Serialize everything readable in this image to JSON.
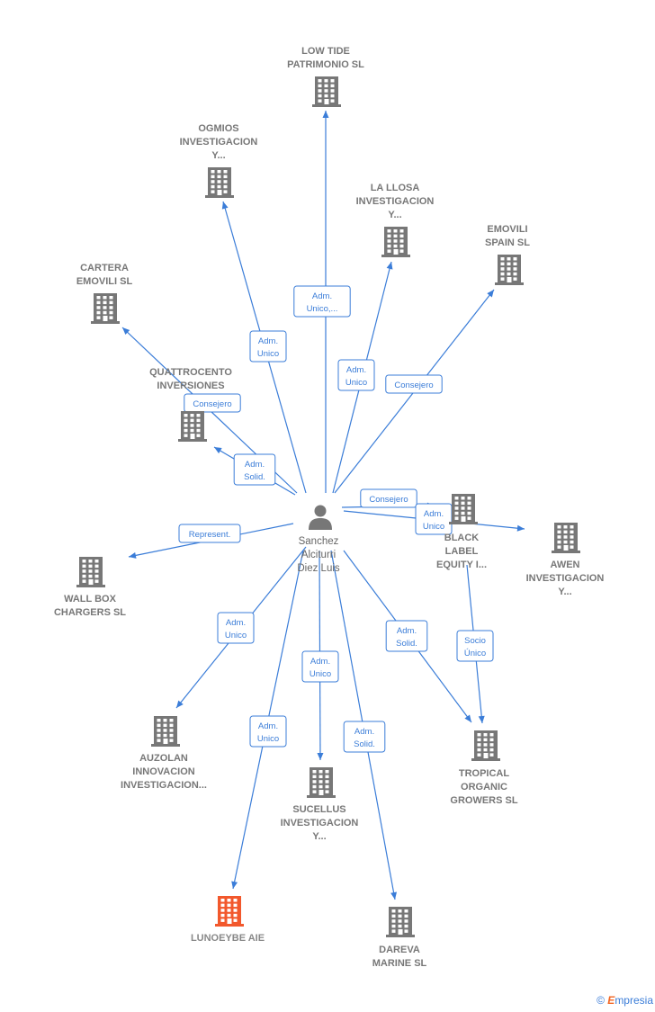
{
  "colors": {
    "edge": "#3b7dd8",
    "company": "#777777",
    "highlight": "#f2582c",
    "person": "#777777"
  },
  "center": {
    "name": [
      "Sanchez",
      "Alciturri",
      "Diez Luis"
    ],
    "icon": "person-icon"
  },
  "nodes": [
    {
      "id": "low_tide",
      "label": [
        "LOW TIDE",
        "PATRIMONIO SL"
      ],
      "icon": "building-icon"
    },
    {
      "id": "ogmios",
      "label": [
        "OGMIOS",
        "INVESTIGACION",
        "Y..."
      ],
      "icon": "building-icon"
    },
    {
      "id": "la_llosa",
      "label": [
        "LA LLOSA",
        "INVESTIGACION",
        "Y..."
      ],
      "icon": "building-icon"
    },
    {
      "id": "emovili_spain",
      "label": [
        "EMOVILI",
        "SPAIN  SL"
      ],
      "icon": "building-icon"
    },
    {
      "id": "cartera_emovili",
      "label": [
        "CARTERA",
        "EMOVILI  SL"
      ],
      "icon": "building-icon"
    },
    {
      "id": "quattrocento",
      "label": [
        "QUATTROCENTO",
        "INVERSIONES"
      ],
      "icon": "building-icon"
    },
    {
      "id": "black_label",
      "label": [
        "BLACK",
        "LABEL",
        "EQUITY I..."
      ],
      "icon": "building-icon"
    },
    {
      "id": "awen",
      "label": [
        "AWEN",
        "INVESTIGACION",
        "Y..."
      ],
      "icon": "building-icon"
    },
    {
      "id": "wall_box",
      "label": [
        "WALL BOX",
        "CHARGERS  SL"
      ],
      "icon": "building-icon"
    },
    {
      "id": "auzolan",
      "label": [
        "AUZOLAN",
        "INNOVACION",
        "INVESTIGACION..."
      ],
      "icon": "building-icon"
    },
    {
      "id": "sucellus",
      "label": [
        "SUCELLUS",
        "INVESTIGACION",
        "Y..."
      ],
      "icon": "building-icon"
    },
    {
      "id": "tropical",
      "label": [
        "TROPICAL",
        "ORGANIC",
        "GROWERS  SL"
      ],
      "icon": "building-icon"
    },
    {
      "id": "lunoeybe",
      "label": [
        "LUNOEYBE AIE"
      ],
      "icon": "building-icon",
      "highlight": true
    },
    {
      "id": "dareva",
      "label": [
        "DAREVA",
        "MARINE  SL"
      ],
      "icon": "building-icon"
    }
  ],
  "edges": [
    {
      "from": "center",
      "to": "low_tide",
      "label": [
        "Adm.",
        "Unico,..."
      ]
    },
    {
      "from": "center",
      "to": "ogmios",
      "label": [
        "Adm.",
        "Unico"
      ]
    },
    {
      "from": "center",
      "to": "la_llosa",
      "label": [
        "Adm.",
        "Unico"
      ]
    },
    {
      "from": "center",
      "to": "emovili_spain",
      "label": [
        "Consejero"
      ]
    },
    {
      "from": "center",
      "to": "cartera_emovili",
      "label": [
        "Consejero"
      ]
    },
    {
      "from": "center",
      "to": "quattrocento",
      "label": [
        "Adm.",
        "Solid."
      ]
    },
    {
      "from": "center",
      "to": "black_label",
      "label": [
        "Consejero"
      ]
    },
    {
      "from": "center",
      "to": "awen",
      "label": [
        "Adm.",
        "Unico"
      ]
    },
    {
      "from": "center",
      "to": "wall_box",
      "label": [
        "Represent."
      ]
    },
    {
      "from": "center",
      "to": "auzolan",
      "label": [
        "Adm.",
        "Unico"
      ]
    },
    {
      "from": "center",
      "to": "sucellus",
      "label": [
        "Adm.",
        "Unico"
      ]
    },
    {
      "from": "center",
      "to": "tropical",
      "label": [
        "Adm.",
        "Solid."
      ]
    },
    {
      "from": "center",
      "to": "lunoeybe",
      "label": [
        "Adm.",
        "Unico"
      ]
    },
    {
      "from": "center",
      "to": "dareva",
      "label": [
        "Adm.",
        "Solid."
      ]
    },
    {
      "from": "black_label",
      "to": "tropical",
      "label": [
        "Socio",
        "Único"
      ]
    }
  ],
  "credit": {
    "symbol": "©",
    "brand_initial": "E",
    "brand_rest": "mpresia"
  }
}
